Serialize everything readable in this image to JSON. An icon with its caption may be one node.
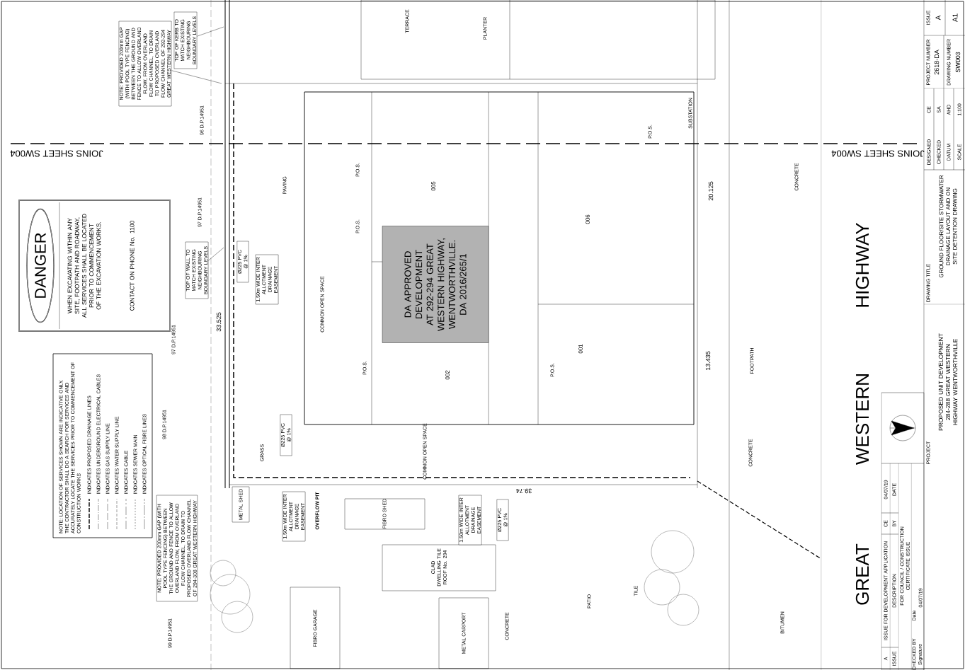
{
  "diagram": {
    "nodes": [
      {
        "text": [
          "DANGER",
          "WHEN EXCAVATING WITHIN ANY SITE, FOOTPATH AND ROADWAY, ALL SERVICES SHALL BE LOCATED PRIOR TO COMMENCEMENT OF THE EXCAVATION WORKS.",
          "CONTACT ON PHONE No. 1100"
        ]
      },
      {
        "text": [
          "NOTE: LOCATION OF SERVICES SHOWN ARE INDICATIVE ONLY. THE CONTRACTOR SHALL DO A SEARCH FOR SERVICES AND ACCURATELY LOCATE THE SERVICES PRIOR TO COMMENCEMENT OF CONSTRUCTION WORKS"
        ]
      },
      {
        "text": [
          "NOTE: PROVIDED 200mm GAP (WITH POOL TYPE FENCING) BETWEEN THE GROUND AND FENCE TO ALLOW OVERLAND FLOW, FROM OVERLAND FLOW CHANNEL, TO DRAIN TO PROPOSED OVERLAND FLOW CHANNEL OF 292-294 GREAT WESTERN HIGHWAY"
        ]
      },
      {
        "text": [
          "TOP OF KERB TO MATCH EXISTING NEIGHBOURING BOUNDARY LEVELS"
        ]
      },
      {
        "text": [
          "TOP OF WALL TO MATCH EXISTING NEIGHBOURING BOUNDARY LEVELS"
        ]
      },
      {
        "text": [
          "NOTE: PROVIDED 200mm GAP (WITH POOL TYPE FENCING) BETWEEN THE GROUND AND FENCE TO ALLOW OVERLAND FLOW, FROM OVERLAND FLOW CHANNEL, TO DRAIN TO PROPOSED OVERLAND FLOW CHANNEL OF 294-308 GREAT WESTERN HIGHWAY"
        ]
      },
      {
        "text": [
          "DA APPROVED DEVELOPMENT AT 292-294 GREAT WESTERN HIGHWAY, WENTWORTHVILLE. DA 2016/265/1"
        ]
      },
      {
        "text": [
          "1.50m WIDE INTER ALLOTMENT DRAINAGE EASEMENT"
        ]
      },
      {
        "text": [
          "1.50m WIDE INTER ALLOTMENT DRAINAGE EASEMENT"
        ]
      },
      {
        "text": [
          "1.50m WIDE INTER ALLOTMENT DRAINAGE EASEMENT"
        ]
      },
      {
        "text": [
          "Ø225 PVC @ 1%"
        ]
      },
      {
        "text": [
          "Ø225 PVC @ 1%"
        ]
      },
      {
        "text": [
          "Ø225 PVC @ 1%"
        ]
      }
    ],
    "edges": [
      {
        "from": 2,
        "to": null,
        "arrow": "none"
      },
      {
        "from": 3,
        "to": null,
        "arrow": "none"
      },
      {
        "from": 4,
        "to": null,
        "arrow": "none"
      }
    ],
    "labels": [
      "JOINS SHEET SW004",
      "96 D.P.14951",
      "97 D.P.14951",
      "97 D.P.14951",
      "33.525",
      "98 D.P.14951",
      "99 D.P.14951",
      "METAL SHED",
      "GRASS",
      "OVERFLOW PIT",
      "PAVING",
      "COMMON OPEN SPACE",
      "P.O.S.",
      "P.O.S.",
      "P.O.S.",
      "005",
      "002",
      "COMMON OPEN SPACE",
      "FIBRO GARAGE",
      "FIBRO SHED",
      "CLAD DWELLING TILE ROOF No. 294",
      "METAL CARPORT",
      "CONCRETE",
      "39.74",
      "TERRACE",
      "PLANTER",
      "006",
      "001",
      "P.O.S.",
      "PATIO",
      "TILE",
      "P.O.S.",
      "SUBSTATION",
      "20.125",
      "13.435",
      "FOOTPATH",
      "CONCRETE",
      "CONCRETE",
      "BITUMEN",
      "GREAT",
      "WESTERN",
      "HIGHWAY",
      "JOINS SHEET SW004",
      "ISSUE",
      "A",
      "A1",
      "PROJECT NUMBER",
      "2618-DA",
      "DRAWING NUMBER",
      "SW003",
      "DESIGNED",
      "CE",
      "CHECKED",
      "SA",
      "DATUM",
      "AHD",
      "SCALE",
      "1:100",
      "DRAWING TITLE",
      "GROUND FLOOR/SITE STORMWATER DRAINAGE LAYOUT AND ON SITE DETENTION DRAWING",
      "PROJECT",
      "PROPOSED UNIT DEVELOPMENT 284-288 GREAT WESTERN HIGHWAY WENTWORTHVILLE",
      "A",
      "ISSUE FOR DEVELOPMENT APPLICATION",
      "ISSUE",
      "DESCRIPTION",
      "BY",
      "DATE",
      "CE",
      "04/07/19",
      "FOR COUNCIL / CONSTRUCTION CERTIFICATE ISSUE",
      "CHECKED BY",
      "Signature",
      "Date",
      "04/07/19"
    ],
    "legend": [
      {
        "text": "INDICATES PROPOSED DRAINAGE LINES"
      },
      {
        "text": "INDICATES UNDERGROUND ELECTRICAL CABLES"
      },
      {
        "text": "INDICATES GAS SUPPLY LINE"
      },
      {
        "text": "INDICATES WATER SUPPLY LINE"
      },
      {
        "text": "INDICATES CABLE"
      },
      {
        "text": "INDICATES SEWER MAIN"
      },
      {
        "text": "INDICATES OPTICAL FIBRE LINES"
      }
    ]
  }
}
